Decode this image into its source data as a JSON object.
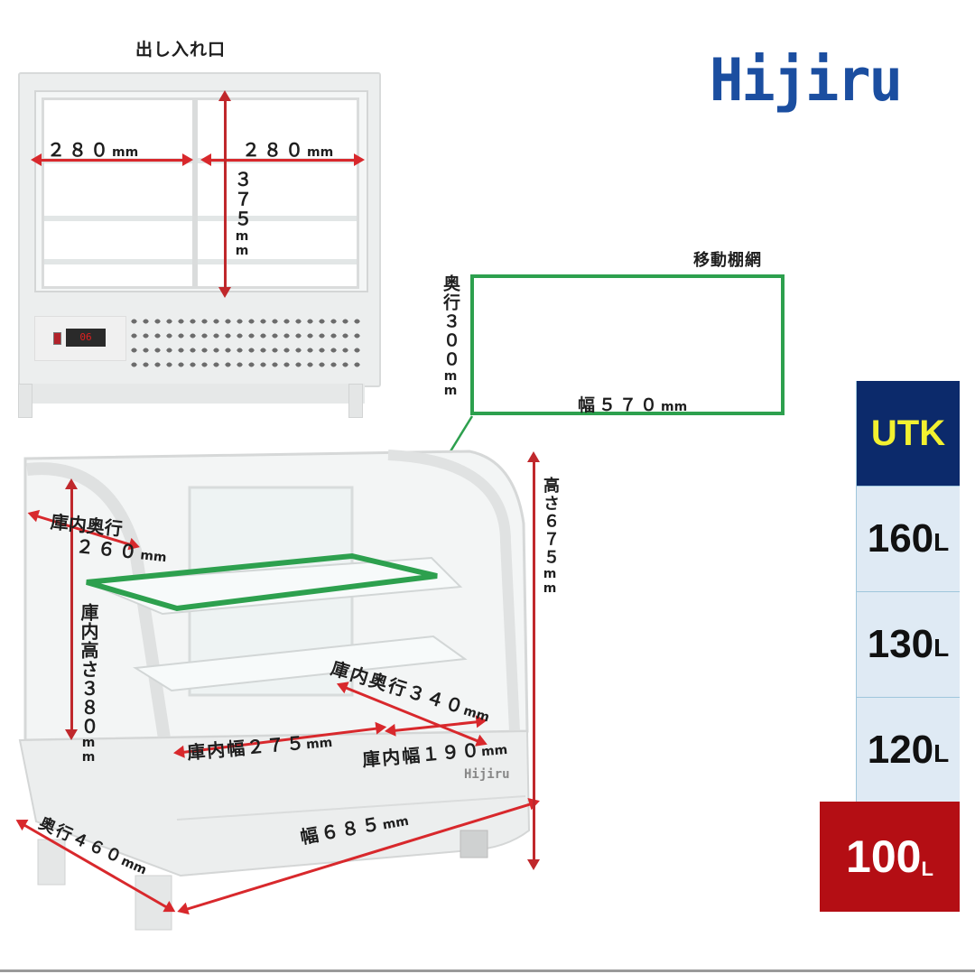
{
  "brand": {
    "logo_text": "Hijiru",
    "logo_color": "#1b4ea0"
  },
  "front_view": {
    "title": "出し入れ口",
    "door_left_width": "２８０",
    "door_right_width": "２８０",
    "door_height": "３７５",
    "unit": "mm",
    "display_reading": "06"
  },
  "shelf": {
    "title": "移動棚網",
    "depth_label": "奥行３００",
    "width_label": "幅５７０",
    "unit": "mm",
    "outline_color": "#2da04e"
  },
  "case_dimensions": {
    "inner_depth_top_label": "庫内奥行",
    "inner_depth_top_value": "２６０",
    "inner_height_label": "庫内高さ３８０",
    "inner_depth_bottom_label": "庫内奥行３４０",
    "inner_width_left_label": "庫内幅２７５",
    "inner_width_right_label": "庫内幅１９０",
    "outer_depth_label": "奥行４６０",
    "outer_width_label": "幅６８５",
    "outer_height_label": "高さ６７５",
    "unit": "mm",
    "badge_text": "Hijiru",
    "arrow_color": "#d8282c"
  },
  "models": {
    "header": "UTK",
    "items": [
      {
        "capacity": "160",
        "unit": "L"
      },
      {
        "capacity": "130",
        "unit": "L"
      },
      {
        "capacity": "120",
        "unit": "L"
      }
    ],
    "selected": {
      "capacity": "100",
      "unit": "L"
    },
    "header_bg": "#0c2a6b",
    "header_fg": "#f2f030",
    "selected_bg": "#b40e14"
  }
}
